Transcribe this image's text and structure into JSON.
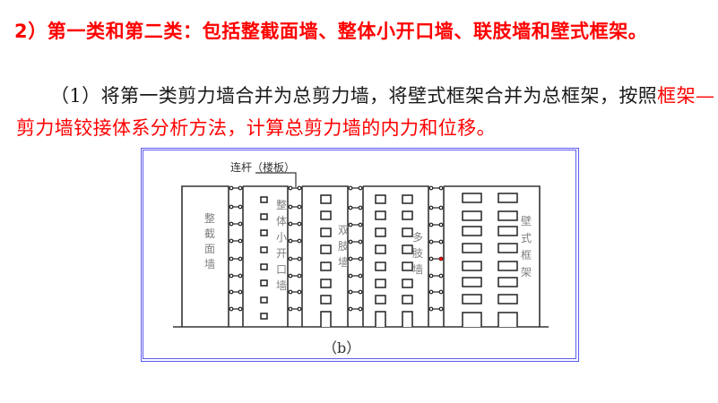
{
  "heading": "2）第一类和第二类：包括整截面墙、整体小开口墙、联肢墙和壁式框架。",
  "paragraph": {
    "prefix": "（1）",
    "black_text": "将第一类剪力墙合并为总剪力墙，将壁式框架合并为总框架，按照",
    "red_text": "框架—剪力墙铰接体系分析方法，计算总剪力墙的内力和位移。"
  },
  "figure": {
    "caption": "（b）",
    "link_label": "连杆（楼板）",
    "walls": [
      {
        "id": "solid-wall",
        "label_chars": [
          "整",
          "截",
          "面",
          "墙"
        ]
      },
      {
        "id": "small-opening-wall",
        "label_chars": [
          "整",
          "体",
          "小",
          "开",
          "口",
          "墙"
        ]
      },
      {
        "id": "double-limb-wall",
        "label_chars": [
          "双",
          "肢",
          "墙"
        ]
      },
      {
        "id": "multi-limb-wall",
        "label_chars": [
          "多",
          "肢",
          "墙"
        ]
      },
      {
        "id": "wall-frame",
        "label_chars": [
          "壁",
          "式",
          "框",
          "架"
        ]
      }
    ],
    "colors": {
      "border": "#5a5af0",
      "lines": "#333333",
      "labels": "#808080",
      "highlight_dot": "#ff0000"
    }
  }
}
